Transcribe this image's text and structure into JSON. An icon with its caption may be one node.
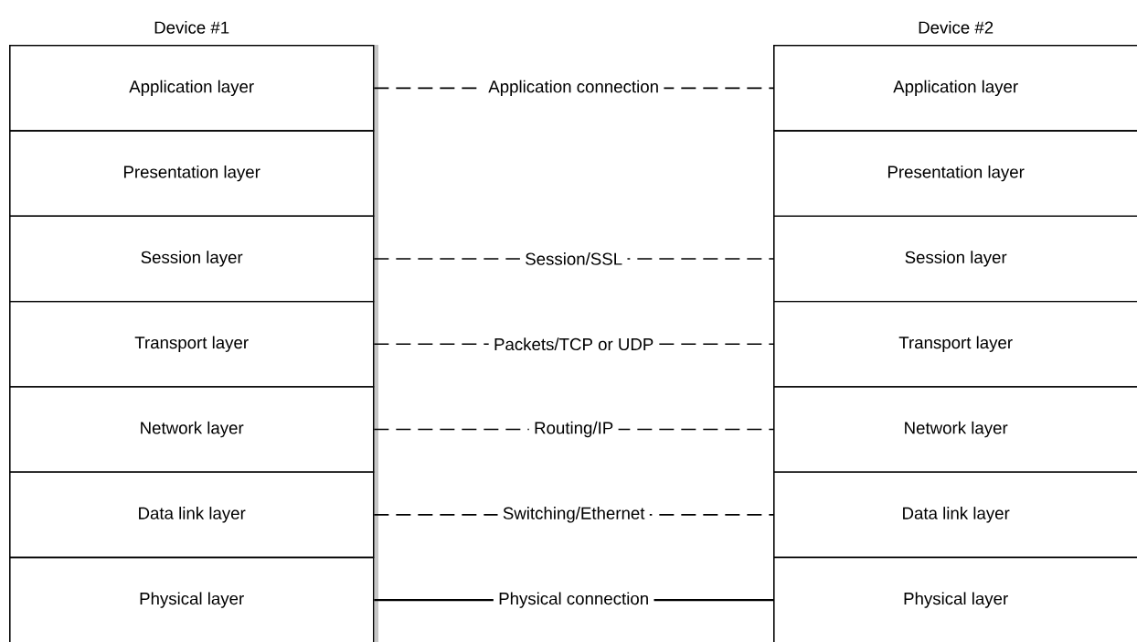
{
  "diagram": {
    "nodes": [
      {
        "text": [
          "Device #1"
        ]
      },
      {
        "text": [
          "Application layer"
        ],
        "in": 0
      },
      {
        "text": [
          "Presentation layer"
        ],
        "in": 0
      },
      {
        "text": [
          "Session layer"
        ],
        "in": 0
      },
      {
        "text": [
          "Transport layer"
        ],
        "in": 0
      },
      {
        "text": [
          "Network layer"
        ],
        "in": 0
      },
      {
        "text": [
          "Data link layer"
        ],
        "in": 0
      },
      {
        "text": [
          "Physical layer"
        ],
        "in": 0
      },
      {
        "text": [
          "Device #2"
        ]
      },
      {
        "text": [
          "Application layer"
        ],
        "in": 8
      },
      {
        "text": [
          "Presentation layer"
        ],
        "in": 8
      },
      {
        "text": [
          "Session layer"
        ],
        "in": 8
      },
      {
        "text": [
          "Transport layer"
        ],
        "in": 8
      },
      {
        "text": [
          "Network layer"
        ],
        "in": 8
      },
      {
        "text": [
          "Data link layer"
        ],
        "in": 8
      },
      {
        "text": [
          "Physical layer"
        ],
        "in": 8
      }
    ],
    "edges": [
      {
        "from": 1,
        "to": 9,
        "arrow": "none",
        "label": "Application connection",
        "style": "dashed"
      },
      {
        "from": 3,
        "to": 11,
        "arrow": "none",
        "label": "Session/SSL",
        "style": "dashed"
      },
      {
        "from": 4,
        "to": 12,
        "arrow": "none",
        "label": "Packets/TCP or UDP",
        "style": "dashed"
      },
      {
        "from": 5,
        "to": 13,
        "arrow": "none",
        "label": "Routing/IP",
        "style": "dashed"
      },
      {
        "from": 6,
        "to": 14,
        "arrow": "none",
        "label": "Switching/Ethernet",
        "style": "dashed"
      },
      {
        "from": 7,
        "to": 15,
        "arrow": "none",
        "label": "Physical connection"
      }
    ]
  }
}
